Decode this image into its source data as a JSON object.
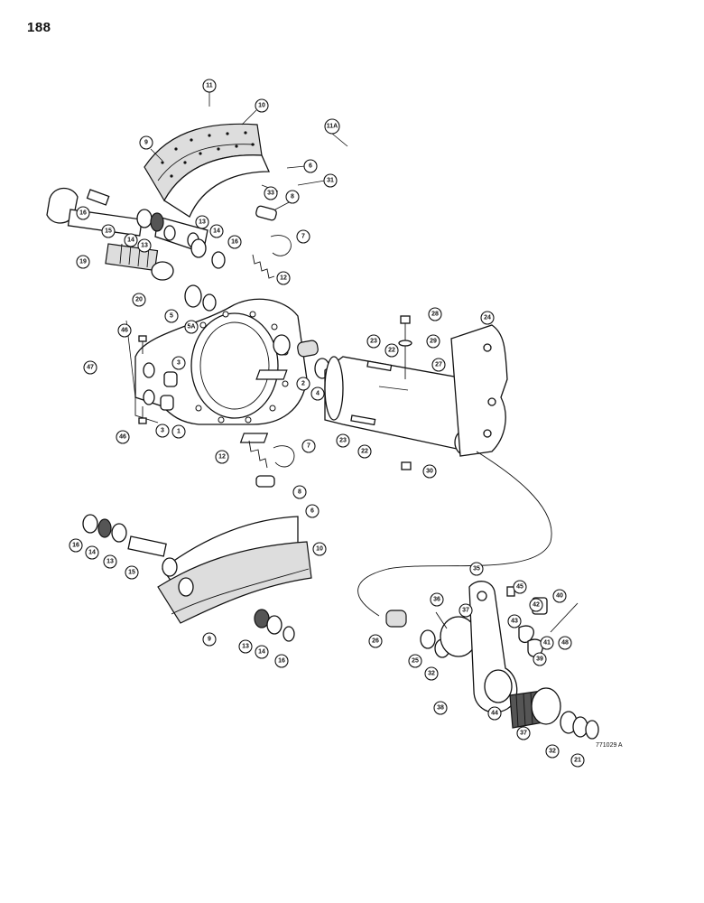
{
  "page": {
    "number": "188",
    "drawing_id": "771029 A"
  },
  "callouts": [
    {
      "id": "c11",
      "label": "11"
    },
    {
      "id": "c10",
      "label": "10"
    },
    {
      "id": "c11a",
      "label": "11A"
    },
    {
      "id": "c9a",
      "label": "9"
    },
    {
      "id": "c6a",
      "label": "6"
    },
    {
      "id": "c31",
      "label": "31"
    },
    {
      "id": "c33",
      "label": "33"
    },
    {
      "id": "c8a",
      "label": "8"
    },
    {
      "id": "c16a",
      "label": "16"
    },
    {
      "id": "c15a",
      "label": "15"
    },
    {
      "id": "c13a",
      "label": "13"
    },
    {
      "id": "c14a",
      "label": "14"
    },
    {
      "id": "c13b",
      "label": "13"
    },
    {
      "id": "c14b",
      "label": "14"
    },
    {
      "id": "c16b",
      "label": "16"
    },
    {
      "id": "c7a",
      "label": "7"
    },
    {
      "id": "c19",
      "label": "19"
    },
    {
      "id": "c12a",
      "label": "12"
    },
    {
      "id": "c20",
      "label": "20"
    },
    {
      "id": "c5",
      "label": "5"
    },
    {
      "id": "c5a",
      "label": "5A"
    },
    {
      "id": "c46a",
      "label": "46"
    },
    {
      "id": "c47",
      "label": "47"
    },
    {
      "id": "c3a",
      "label": "3"
    },
    {
      "id": "c3b",
      "label": "3"
    },
    {
      "id": "c1",
      "label": "1"
    },
    {
      "id": "c46b",
      "label": "46"
    },
    {
      "id": "c28",
      "label": "28"
    },
    {
      "id": "c23a",
      "label": "23"
    },
    {
      "id": "c22a",
      "label": "22"
    },
    {
      "id": "c29",
      "label": "29"
    },
    {
      "id": "c24",
      "label": "24"
    },
    {
      "id": "c27",
      "label": "27"
    },
    {
      "id": "c2",
      "label": "2"
    },
    {
      "id": "c4",
      "label": "4"
    },
    {
      "id": "c23b",
      "label": "23"
    },
    {
      "id": "c22b",
      "label": "22"
    },
    {
      "id": "c30",
      "label": "30"
    },
    {
      "id": "c7b",
      "label": "7"
    },
    {
      "id": "c12b",
      "label": "12"
    },
    {
      "id": "c8b",
      "label": "8"
    },
    {
      "id": "c6b",
      "label": "6"
    },
    {
      "id": "c10b",
      "label": "10"
    },
    {
      "id": "c16c",
      "label": "16"
    },
    {
      "id": "c14c",
      "label": "14"
    },
    {
      "id": "c13c",
      "label": "13"
    },
    {
      "id": "c15b",
      "label": "15"
    },
    {
      "id": "c9b",
      "label": "9"
    },
    {
      "id": "c13d",
      "label": "13"
    },
    {
      "id": "c14d",
      "label": "14"
    },
    {
      "id": "c16d",
      "label": "16"
    },
    {
      "id": "c35",
      "label": "35"
    },
    {
      "id": "c45",
      "label": "45"
    },
    {
      "id": "c40",
      "label": "40"
    },
    {
      "id": "c36",
      "label": "36"
    },
    {
      "id": "c37a",
      "label": "37"
    },
    {
      "id": "c42",
      "label": "42"
    },
    {
      "id": "c43",
      "label": "43"
    },
    {
      "id": "c41",
      "label": "41"
    },
    {
      "id": "c48",
      "label": "48"
    },
    {
      "id": "c26",
      "label": "26"
    },
    {
      "id": "c25",
      "label": "25"
    },
    {
      "id": "c32a",
      "label": "32"
    },
    {
      "id": "c39",
      "label": "39"
    },
    {
      "id": "c38",
      "label": "38"
    },
    {
      "id": "c44",
      "label": "44"
    },
    {
      "id": "c37b",
      "label": "37"
    },
    {
      "id": "c32b",
      "label": "32"
    },
    {
      "id": "c21",
      "label": "21"
    }
  ]
}
